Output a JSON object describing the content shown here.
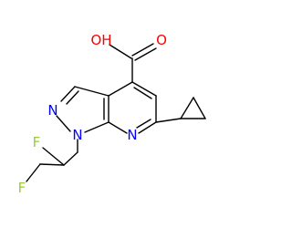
{
  "molecule": {
    "atoms": {
      "hydroxyl": "OH",
      "carbonyl_oxygen": "O",
      "pyrazole_n2": "N",
      "pyrazole_n1": "N",
      "pyridine_n": "N",
      "fluorine_upper": "F",
      "fluorine_lower": "F"
    },
    "colors": {
      "oxygen": "#ff0000",
      "nitrogen": "#0000ff",
      "fluorine": "#9acd32",
      "bond": "#000000"
    }
  }
}
